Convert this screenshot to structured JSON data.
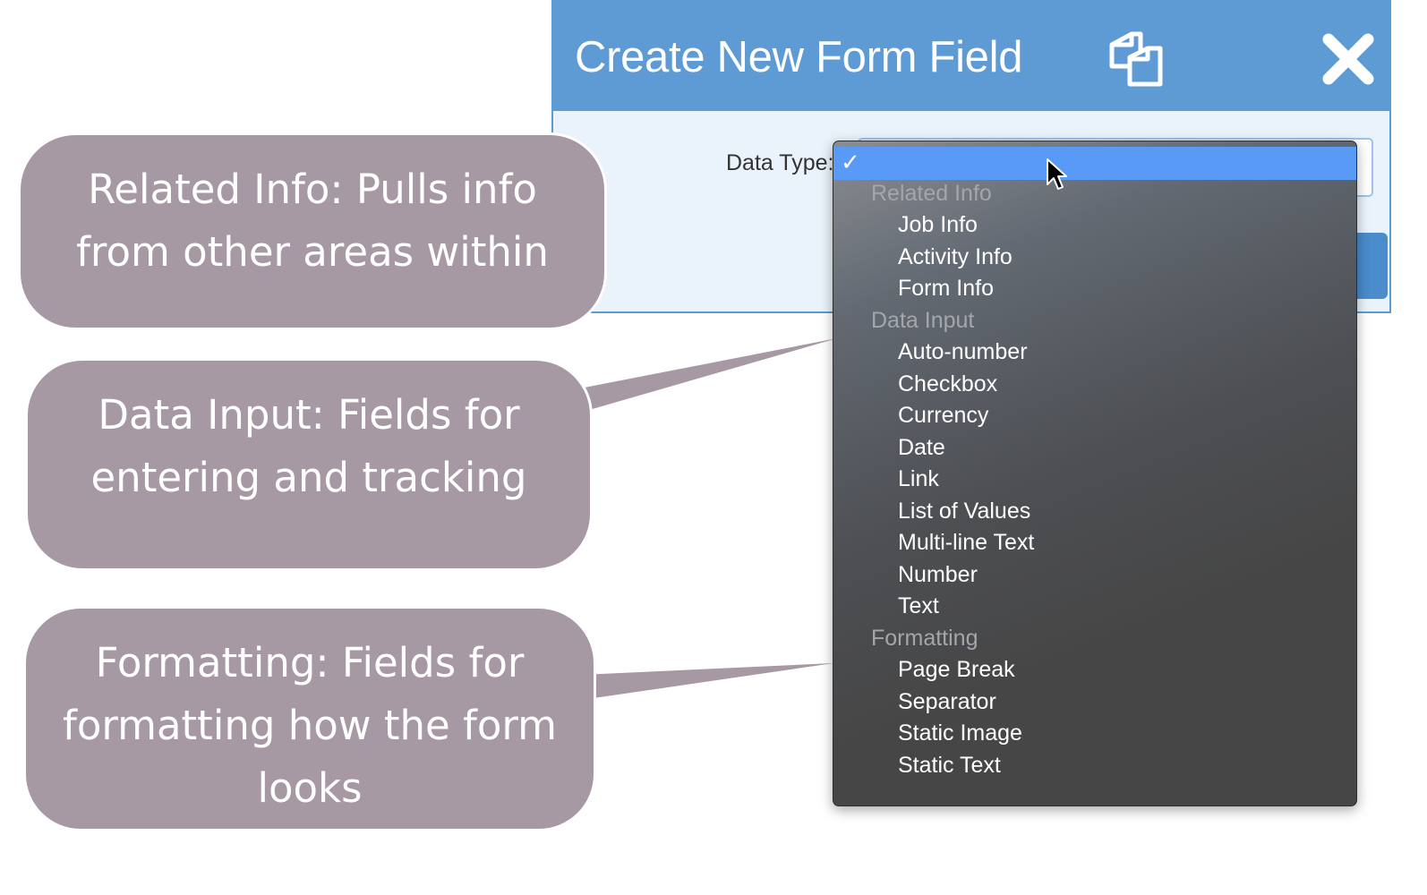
{
  "dialog": {
    "title": "Create New Form Field",
    "data_type_label": "Data Type:",
    "colors": {
      "header": "#5e9bd4",
      "body": "#eaf3fb",
      "border": "#5b9bd3"
    },
    "icons": {
      "copy": "copy-icon",
      "close": "close-icon"
    }
  },
  "dropdown": {
    "selected_icon": "check-icon",
    "selected_color": "#5a9af7",
    "groups": [
      {
        "label": "Related Info",
        "items": [
          "Job Info",
          "Activity Info",
          "Form Info"
        ]
      },
      {
        "label": "Data Input",
        "items": [
          "Auto-number",
          "Checkbox",
          "Currency",
          "Date",
          "Link",
          "List of Values",
          "Multi-line Text",
          "Number",
          "Text"
        ]
      },
      {
        "label": "Formatting",
        "items": [
          "Page Break",
          "Separator",
          "Static Image",
          "Static Text"
        ]
      }
    ]
  },
  "callouts": [
    {
      "text": "Related Info: Pulls info from other areas within"
    },
    {
      "text": "Data Input: Fields for entering and tracking"
    },
    {
      "text": "Formatting: Fields for formatting how the form looks"
    }
  ],
  "callout_color": "#a799a3"
}
